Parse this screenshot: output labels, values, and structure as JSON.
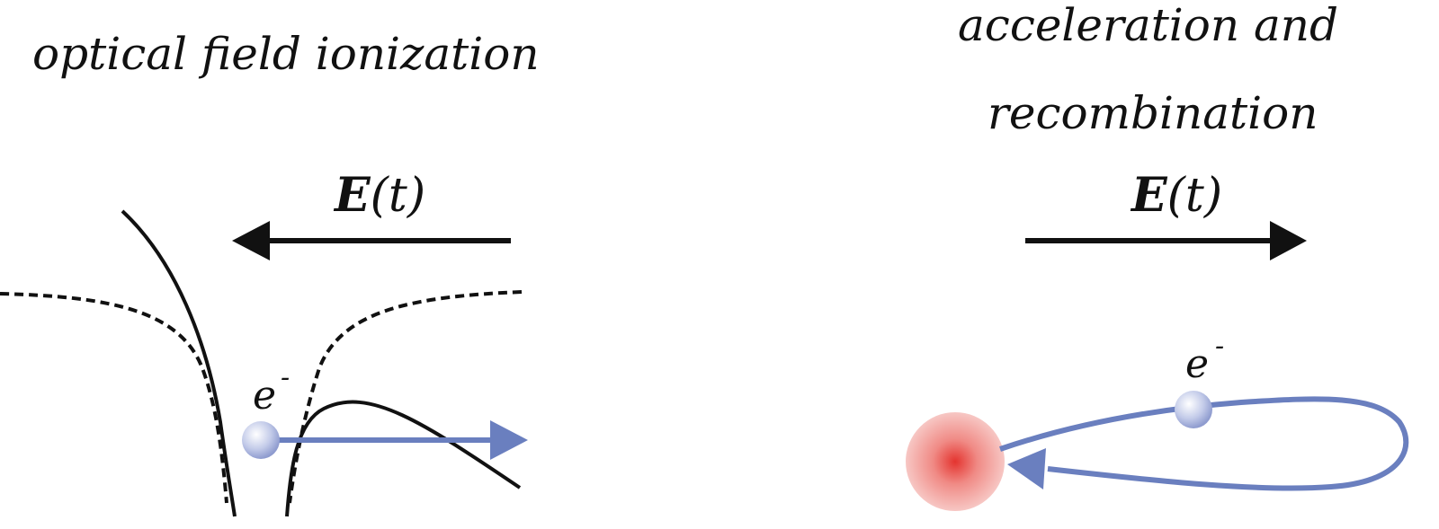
{
  "colors": {
    "ink": "#111111",
    "trajectory": "#6a7fbf",
    "electron": "#b9c3e6",
    "ion": "#e4342f"
  },
  "left_panel": {
    "title": "optical field ionization",
    "field_label_main": "E",
    "field_label_arg": "(t)",
    "electron_label": "e",
    "electron_charge": "-"
  },
  "right_panel": {
    "title_line1": "acceleration and",
    "title_line2": "recombination",
    "field_label_main": "E",
    "field_label_arg": "(t)",
    "electron_label": "e",
    "electron_charge": "-"
  }
}
